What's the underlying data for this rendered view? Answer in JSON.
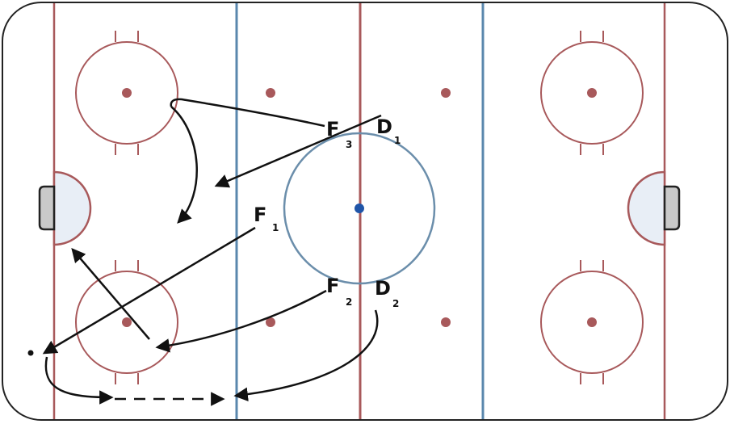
{
  "colors": {
    "red_line": "#a8595b",
    "blue_line": "#5a87ad",
    "center_circle": "#6b8eab",
    "center_dot": "#1f55a8",
    "board": "#222222",
    "crease_fill": "#e8eef6",
    "goal_fill": "#c9c9c9",
    "arrow": "#111111"
  },
  "players": [
    {
      "id": "F3",
      "letter": "F",
      "sub": "3"
    },
    {
      "id": "D1",
      "letter": "D",
      "sub": "1"
    },
    {
      "id": "F1",
      "letter": "F",
      "sub": "1"
    },
    {
      "id": "F2",
      "letter": "F",
      "sub": "2"
    },
    {
      "id": "D2",
      "letter": "D",
      "sub": "2"
    }
  ]
}
